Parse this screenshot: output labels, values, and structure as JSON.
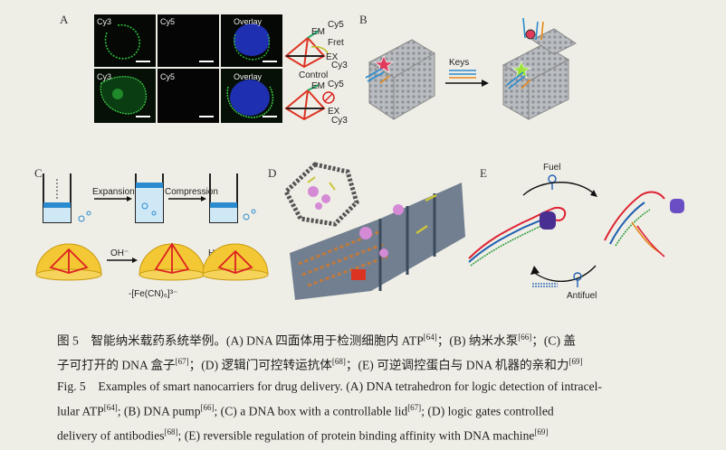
{
  "panels": {
    "A": {
      "letter": "A",
      "tiles": [
        "Cy3",
        "Cy5",
        "Overlay",
        "Cy3",
        "Cy5",
        "Overlay"
      ],
      "schema_top": [
        "Cy5",
        "EM",
        "Fret",
        "EX",
        "Cy3"
      ],
      "schema_bottom": [
        "Cy5",
        "EM",
        "EX",
        "Cy3"
      ],
      "control": "Control"
    },
    "B": {
      "letter": "B",
      "keys": "Keys"
    },
    "C": {
      "letter": "C",
      "expansion": "Expansion",
      "compression": "Compression",
      "oh": "OH⁻",
      "h": "H⁺",
      "fecn": "-[Fe(CN)₆]³⁻"
    },
    "D": {
      "letter": "D"
    },
    "E": {
      "letter": "E",
      "fuel": "Fuel",
      "antifuel": "Antifuel"
    }
  },
  "caption": {
    "cn_line1": "图 5　智能纳米载药系统举例。(A) DNA 四面体用于检测细胞内 ATP",
    "cn_ref64": "[64]",
    "cn_b": "；(B) 纳米水泵",
    "cn_ref66": "[66]",
    "cn_c": "；(C) 盖",
    "cn_line2": "子可打开的 DNA 盒子",
    "cn_ref67": "[67]",
    "cn_d": "；(D) 逻辑门可控转运抗体",
    "cn_ref68": "[68]",
    "cn_e": "；(E) 可逆调控蛋白与 DNA 机器的亲和力",
    "cn_ref69": "[69]",
    "en_line1": "Fig. 5　Examples of smart nanocarriers for drug delivery. (A) DNA tetrahedron for logic detection of intracel-",
    "en_line2a": "lular ATP",
    "en_ref64": "[64]",
    "en_line2b": "; (B) DNA pump",
    "en_ref66": "[66]",
    "en_line2c": "; (C) a DNA box with a controllable lid",
    "en_ref67": "[67]",
    "en_line2d": "; (D) logic gates controlled",
    "en_line3a": "delivery of antibodies",
    "en_ref68": "[68]",
    "en_line3b": "; (E) reversible regulation of protein binding affinity with DNA machine",
    "en_ref69": "[69]"
  }
}
